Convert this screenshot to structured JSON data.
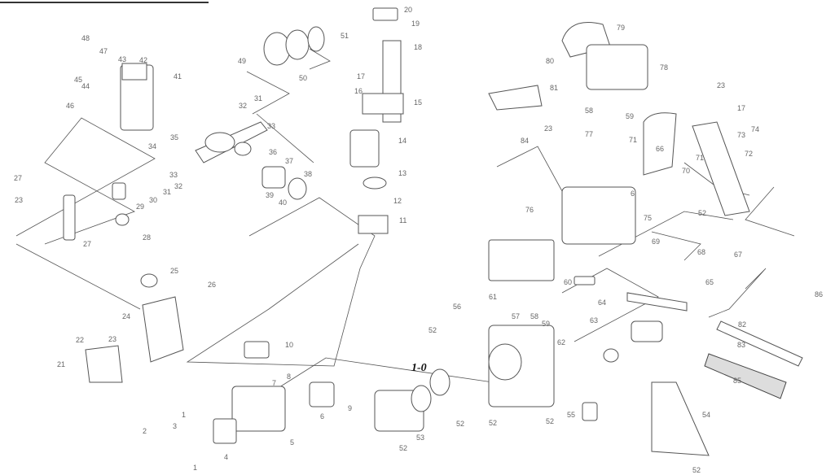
{
  "diagram": {
    "assembly_ref": "1-0",
    "labels": {
      "p48": "48",
      "p47": "47",
      "p43": "43",
      "p42": "42",
      "p45": "45",
      "p44": "44",
      "p41": "41",
      "p46": "46",
      "p20": "20",
      "p19": "19",
      "p18": "18",
      "p51": "51",
      "p49": "49",
      "p50": "50",
      "p17a": "17",
      "p16": "16",
      "p15": "15",
      "p31a": "31",
      "p32a": "32",
      "p33a": "33",
      "p35": "35",
      "p34": "34",
      "p36": "36",
      "p37": "37",
      "p38": "38",
      "p33b": "33",
      "p32b": "32",
      "p31b": "31",
      "p30": "30",
      "p39": "39",
      "p40": "40",
      "p29": "29",
      "p27a": "27",
      "p23a": "23",
      "p28": "28",
      "p27b": "27",
      "p14": "14",
      "p13": "13",
      "p12": "12",
      "p11": "11",
      "p25": "25",
      "p26": "26",
      "p24": "24",
      "p22": "22",
      "p23b": "23",
      "p21": "21",
      "p10": "10",
      "p8": "8",
      "p7": "7",
      "p9": "9",
      "p6": "6",
      "p1a": "1",
      "p3": "3",
      "p2": "2",
      "p5": "5",
      "p4": "4",
      "p1b": "1",
      "p79": "79",
      "p80": "80",
      "p81": "81",
      "p78": "78",
      "p23c": "23",
      "p58a": "58",
      "p59a": "59",
      "p77": "77",
      "p71a": "71",
      "p17b": "17",
      "p74": "74",
      "p73": "73",
      "p23d": "23",
      "p84": "84",
      "p66": "66",
      "p71b": "71",
      "p72": "72",
      "p70": "70",
      "p76": "76",
      "p6b": "6",
      "p75": "75",
      "p52a": "52",
      "p69": "69",
      "p68": "68",
      "p67": "67",
      "p65": "65",
      "p86": "86",
      "p60": "60",
      "p61": "61",
      "p56": "56",
      "p57": "57",
      "p58b": "58",
      "p59b": "59",
      "p52b": "52",
      "p64": "64",
      "p63": "63",
      "p62": "62",
      "p82": "82",
      "p83": "83",
      "p85": "85",
      "p55": "55",
      "p54": "54",
      "p53": "53",
      "p52c": "52",
      "p52d": "52",
      "p52e": "52",
      "p52f": "52",
      "p52g": "52"
    }
  }
}
